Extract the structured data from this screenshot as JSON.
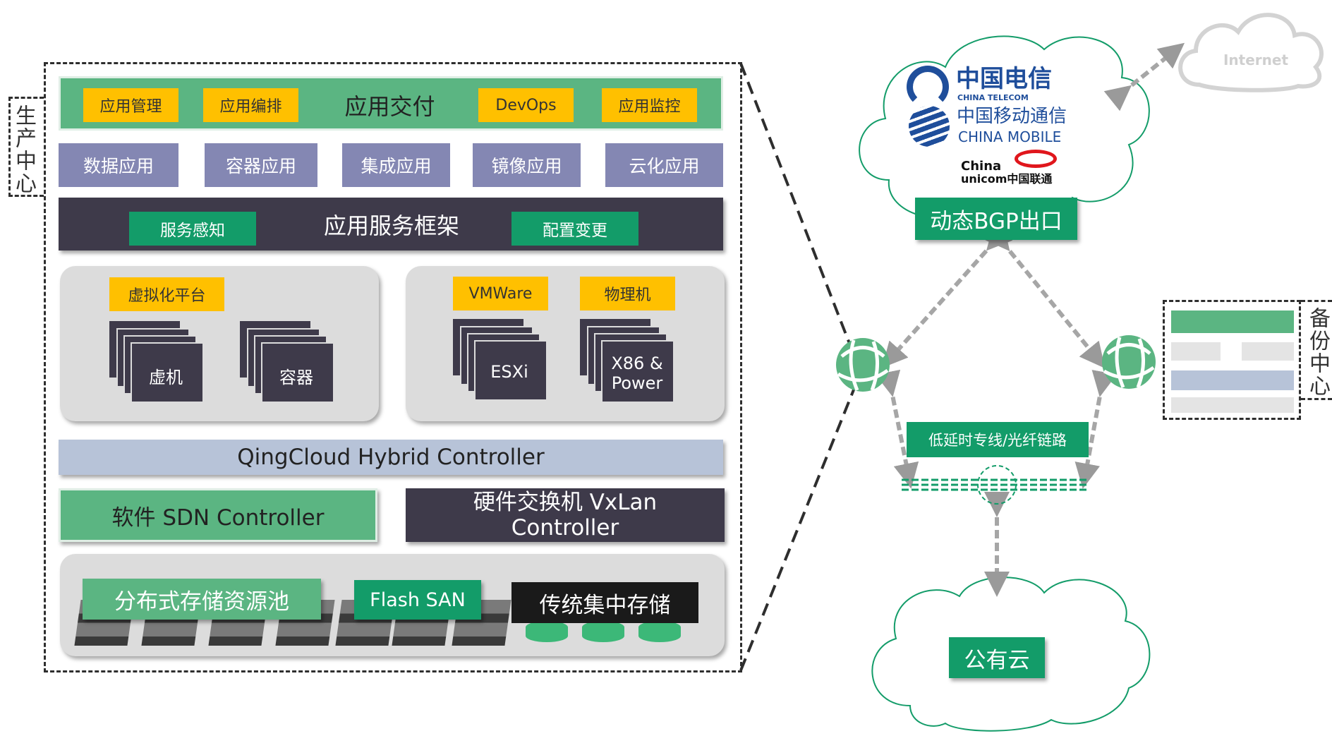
{
  "production_center": {
    "label": "生产中心",
    "delivery_bar": {
      "items": [
        "应用管理",
        "应用编排",
        "DevOps",
        "应用监控"
      ],
      "title": "应用交付"
    },
    "apps": [
      "数据应用",
      "容器应用",
      "集成应用",
      "镜像应用",
      "云化应用"
    ],
    "service_framework": {
      "title": "应用服务框架",
      "left": "服务感知",
      "right": "配置变更"
    },
    "virtualization": {
      "tag": "虚拟化平台",
      "vm": "虚机",
      "container": "容器"
    },
    "physical": {
      "tag_vmware": "VMWare",
      "tag_physical": "物理机",
      "esxi": "ESXi",
      "x86_line1": "X86 &",
      "x86_line2": "Power"
    },
    "hybrid_controller": "QingCloud Hybrid Controller",
    "sdn_controller": "软件 SDN Controller",
    "vxlan_controller_line1": "硬件交换机 VxLan",
    "vxlan_controller_line2": "Controller",
    "storage": {
      "distributed": "分布式存储资源池",
      "flash": "Flash SAN",
      "traditional": "传统集中存储"
    }
  },
  "network": {
    "internet": "Internet",
    "telecom_cn": "中国电信",
    "telecom_en": "CHINA TELECOM",
    "mobile_cn": "中国移动通信",
    "mobile_en": "CHINA MOBILE",
    "unicom_line1": "China",
    "unicom_line2": "unicom中国联通",
    "bgp_exit": "动态BGP出口",
    "dedicated_line": "低延时专线/光纤链路",
    "public_cloud": "公有云"
  },
  "backup_center": {
    "label": "备份中心"
  },
  "colors": {
    "green": "#5bb582",
    "dark_green": "#139c69",
    "yellow": "#ffc000",
    "purple": "#8487b3",
    "dark": "#3e3a4a",
    "light_blue": "#b7c3d8"
  }
}
